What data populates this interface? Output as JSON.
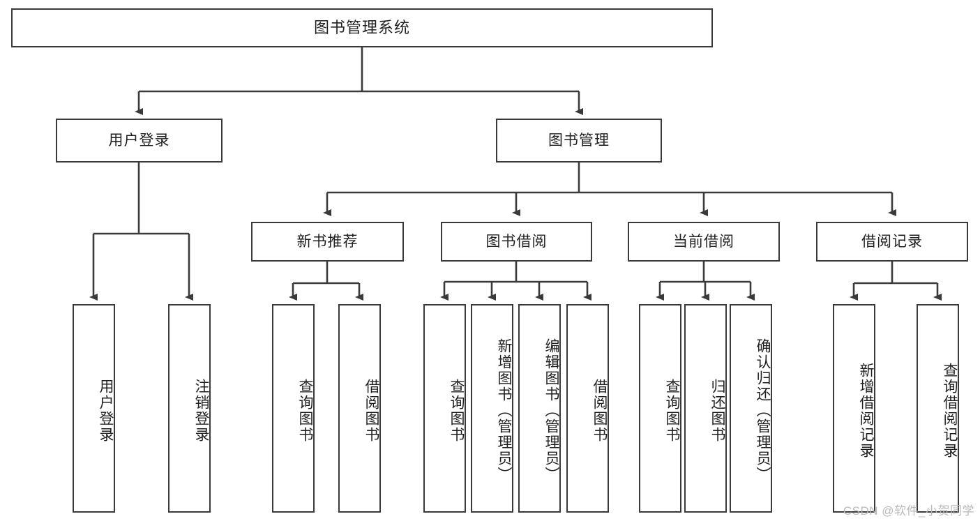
{
  "diagram": {
    "title": "图书管理系统",
    "type": "tree-hierarchy-chart",
    "root": {
      "label": "图书管理系统"
    },
    "level1": [
      {
        "label": "用户登录"
      },
      {
        "label": "图书管理"
      }
    ],
    "level2": [
      {
        "label": "新书推荐"
      },
      {
        "label": "图书借阅"
      },
      {
        "label": "当前借阅"
      },
      {
        "label": "借阅记录"
      }
    ],
    "leaves": {
      "user_login": [
        {
          "label": "用户登录"
        },
        {
          "label": "注销登录"
        }
      ],
      "new_book_recommend": [
        {
          "label": "查询图书"
        },
        {
          "label": "借阅图书"
        }
      ],
      "book_borrow": [
        {
          "label": "查询图书"
        },
        {
          "label": "新增图书（管理员）"
        },
        {
          "label": "编辑图书（管理员）"
        },
        {
          "label": "借阅图书"
        }
      ],
      "current_borrow": [
        {
          "label": "查询图书"
        },
        {
          "label": "归还图书"
        },
        {
          "label": "确认归还（管理员）"
        }
      ],
      "borrow_record": [
        {
          "label": "新增借阅记录"
        },
        {
          "label": "查询借阅记录"
        }
      ]
    }
  },
  "watermark": {
    "text": "CSDN @软件_小贺同学"
  },
  "colors": {
    "stroke": "#3a3a3a",
    "fill": "#ffffff",
    "text": "#1f1f1f",
    "watermark": "#b9b9b9"
  }
}
